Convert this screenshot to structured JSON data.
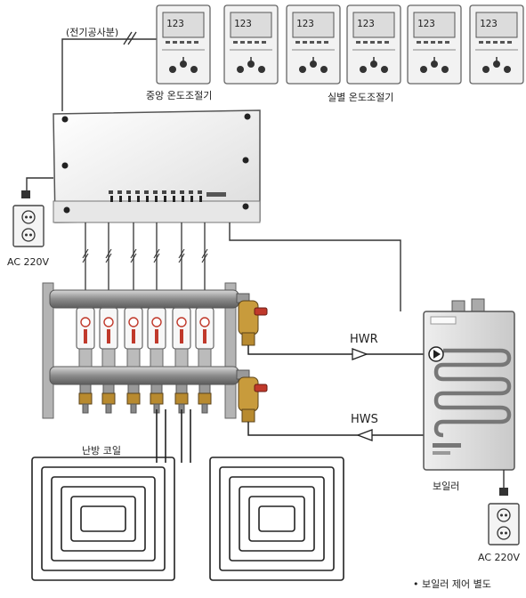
{
  "labels": {
    "wiring_note": "(전기공사분)",
    "central_thermostat": "중앙 온도조절기",
    "room_thermostat": "실별 온도조절기",
    "outlet_left_voltage": "AC 220V",
    "outlet_right_voltage": "AC 220V",
    "return_pipe": "HWR",
    "supply_pipe": "HWS",
    "heating_coil": "난방 코일",
    "boiler": "보일러",
    "footnote": "• 보일러 제어 별도"
  },
  "thermostats": [
    {
      "display": "123"
    },
    {
      "display": "123"
    },
    {
      "display": "123"
    },
    {
      "display": "123"
    },
    {
      "display": "123"
    },
    {
      "display": "123"
    }
  ],
  "colors": {
    "panel": "#f3f3f3",
    "outline": "#555555",
    "pipe": "#8a8a8a",
    "valve_body": "#c89b3c",
    "line": "#222222"
  }
}
